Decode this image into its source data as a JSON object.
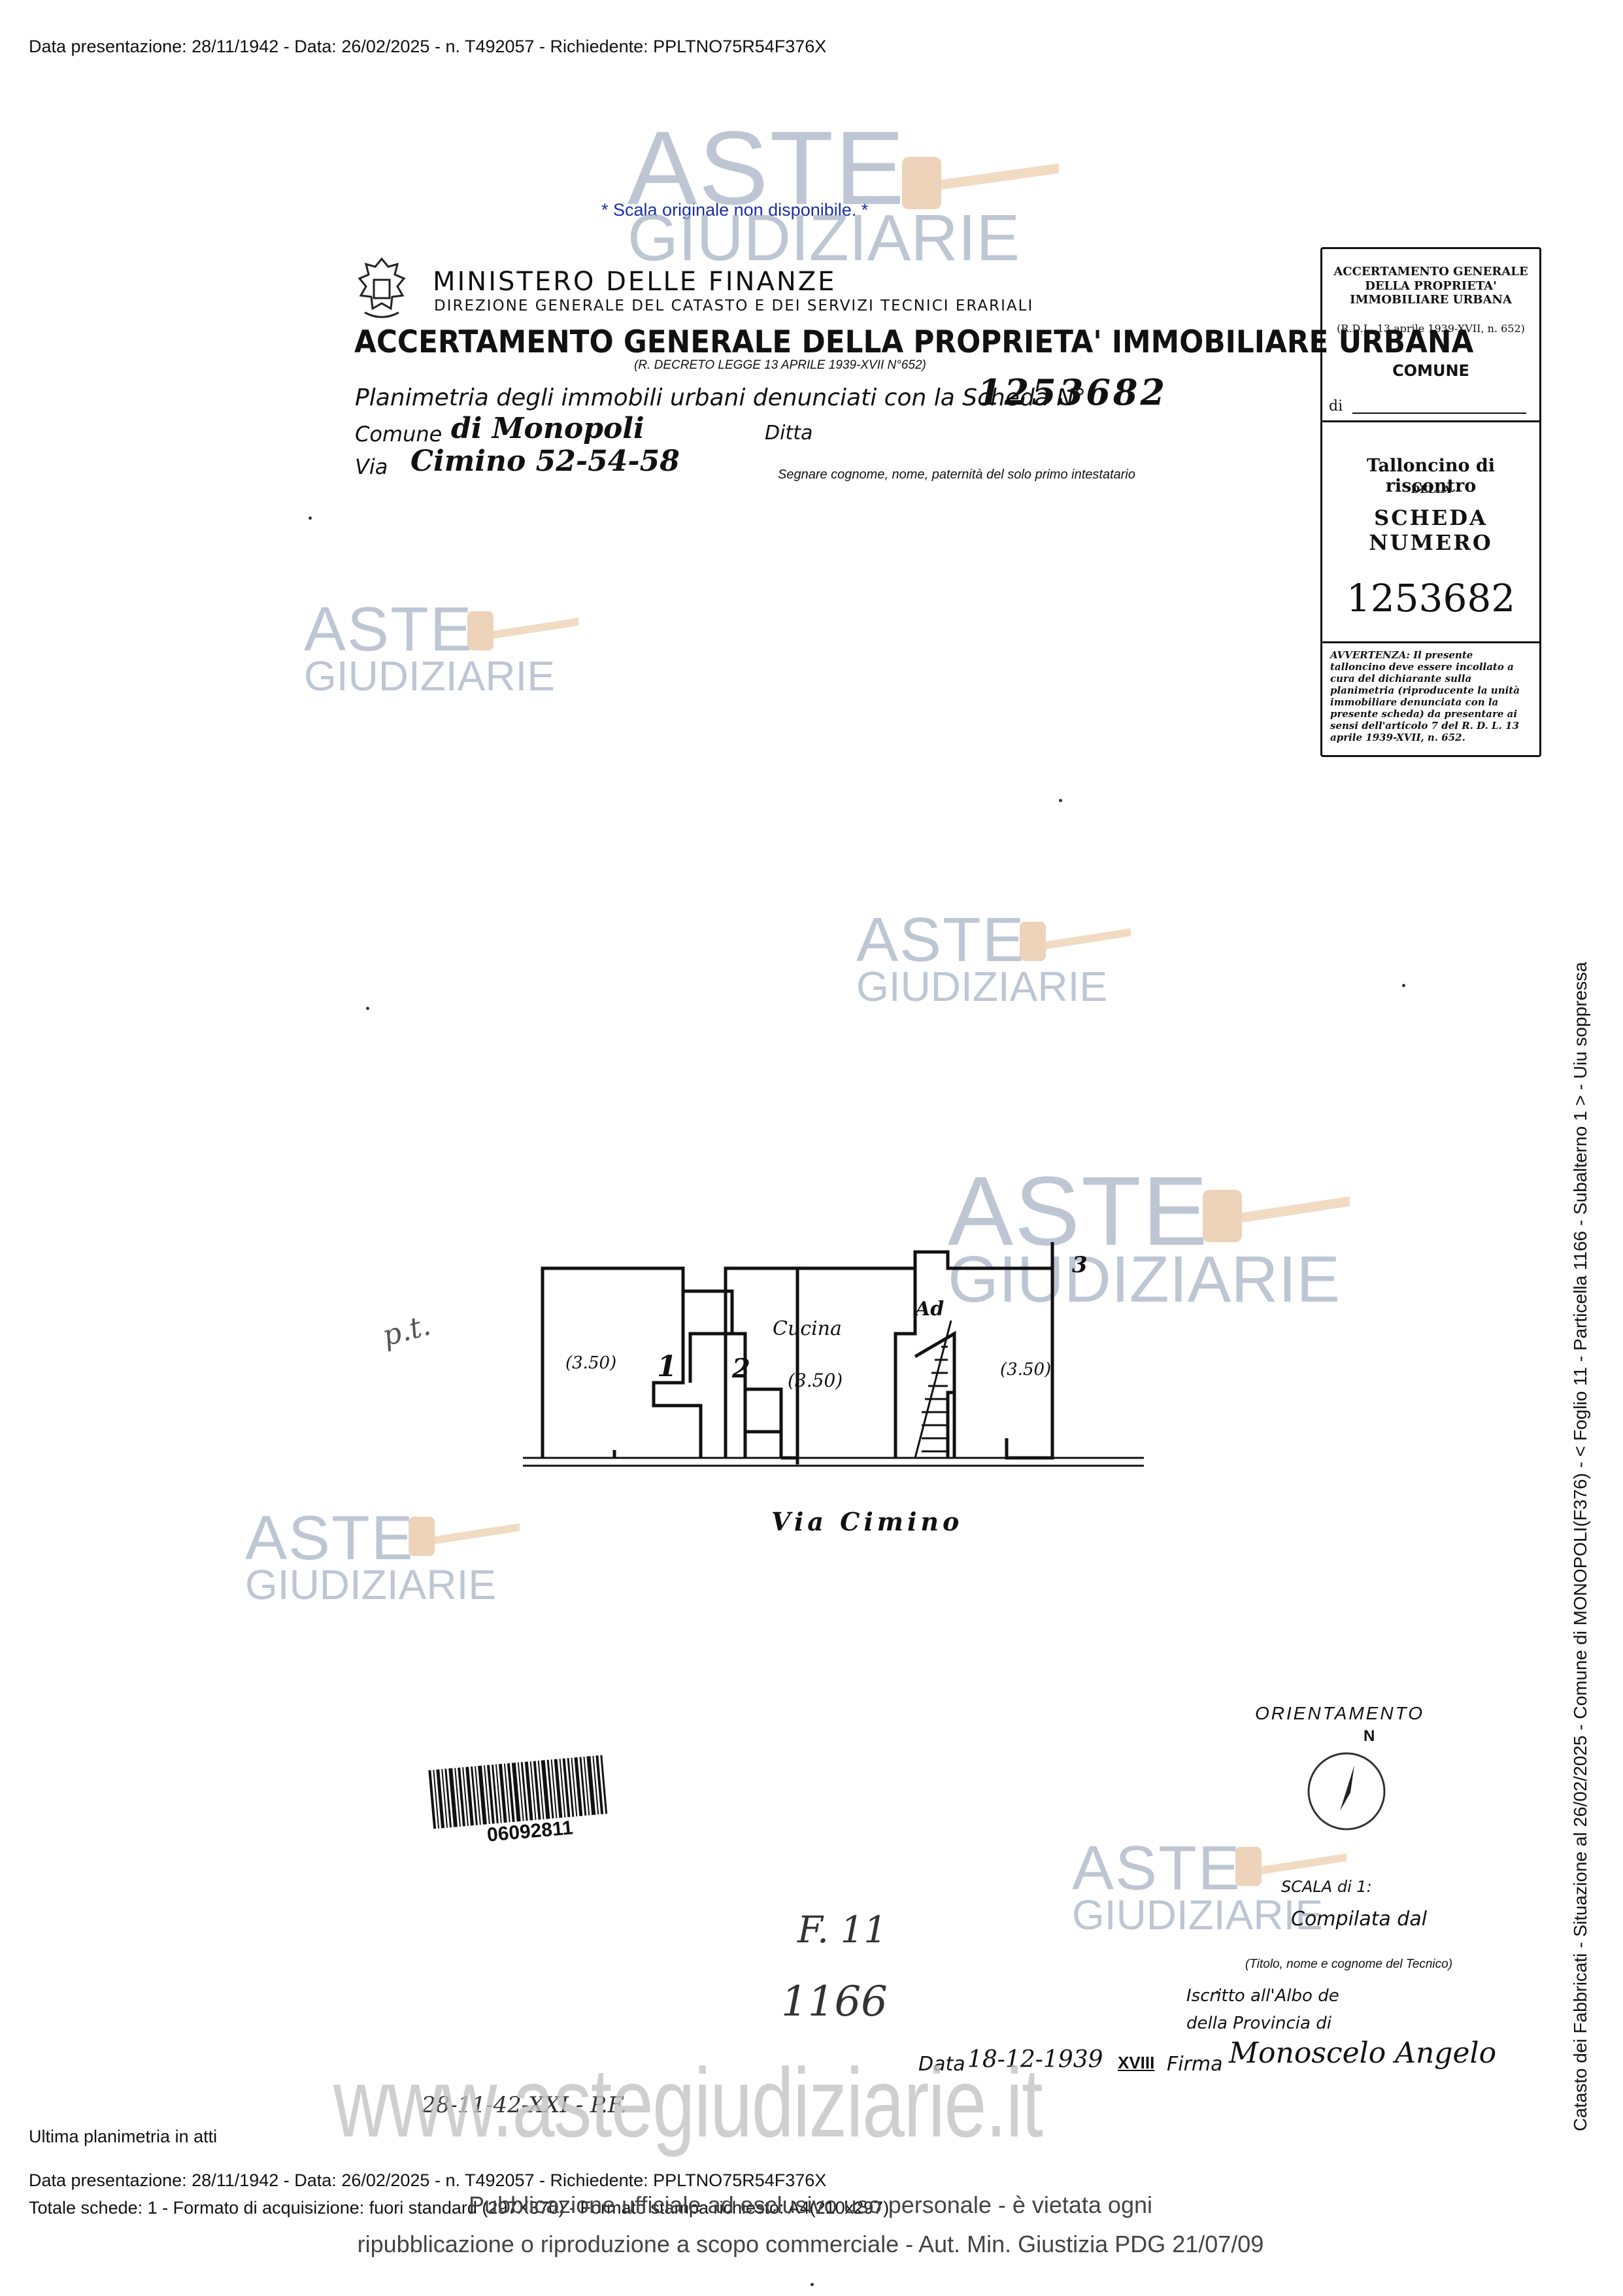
{
  "header": {
    "line": "Data presentazione: 28/11/1942 - Data: 26/02/2025 - n. T492057 - Richiedente: PPLTNO75R54F376X"
  },
  "scale_note": "* Scala originale non disponibile. *",
  "ministry": {
    "title": "MINISTERO DELLE FINANZE",
    "subtitle": "DIREZIONE GENERALE DEL CATASTO E DEI SERVIZI TECNICI ERARIALI",
    "main_title": "ACCERTAMENTO GENERALE DELLA PROPRIETA' IMMOBILIARE URBANA",
    "decree": "(R. DECRETO LEGGE 13 APRILE 1939-XVII N°652)"
  },
  "form": {
    "planimetria_label": "Planimetria degli immobili urbani denunciati con la Scheda N°",
    "scheda_number": "1253682",
    "comune_label": "Comune",
    "comune_value": "di Monopoli",
    "ditta_label": "Ditta",
    "via_label": "Via",
    "via_value": "Cimino 52-54-58",
    "note": "Segnare cognome, nome, paternità del solo primo intestatario"
  },
  "talloncino": {
    "header": "ACCERTAMENTO GENERALE DELLA PROPRIETA' IMMOBILIARE URBANA",
    "rdl": "(R.D.L. 13 aprile 1939-XVII, n. 652)",
    "comune": "COMUNE",
    "di": "di",
    "title": "Talloncino di riscontro",
    "della": "DELLA",
    "scheda_numero": "SCHEDA NUMERO",
    "number": "1253682",
    "avvertenza": "AVVERTENZA: Il presente talloncino deve essere incollato a cura del dichiarante sulla planimetria (riproducente la unità immobiliare denunciata con la presente scheda) da presentare ai sensi dell'articolo 7 del R. D. L. 13 aprile 1939-XVII, n. 652."
  },
  "plan": {
    "rooms": [
      {
        "label": "(3.50)",
        "num": "1"
      },
      {
        "label": "(3.50)",
        "num": "2",
        "name": "Cucina"
      },
      {
        "label": "Ad"
      },
      {
        "label": "(3.50)",
        "num": "3"
      }
    ],
    "street": "Via Cimino",
    "pt": "p.t."
  },
  "orientation": {
    "label": "ORIENTAMENTO",
    "north": "N"
  },
  "barcode_number": "06092811",
  "signature_block": {
    "scala": "SCALA di 1:",
    "compilata": "Compilata dal",
    "tecnico": "(Titolo, nome e cognome del Tecnico)",
    "iscritto": "Iscritto all'Albo de",
    "provincia": "della Provincia di",
    "data_label": "Data",
    "data_value": "18-12-1939",
    "era": "XVIII",
    "firma_label": "Firma",
    "firma_value": "Monoscelo Angelo",
    "annotation": "F. 11",
    "annotation2": "1166",
    "stamp_date": "28-11-42-XXI - P.F."
  },
  "side_text": "Catasto dei Fabbricati - Situazione al 26/02/2025 - Comune di MONOPOLI(F376) - < Foglio 11 - Particella 1166 - Subalterno 1 > - Uiu soppressa",
  "watermarks": {
    "aste": "ASTE",
    "giudiziarie": "GIUDIZIARIE",
    "url": "www.astegiudiziarie.it"
  },
  "footer": {
    "ultima": "Ultima planimetria in atti",
    "line1": "Data presentazione: 28/11/1942 - Data: 26/02/2025 - n. T492057 - Richiedente: PPLTNO75R54F376X",
    "line2": "Totale schede: 1 - Formato di acquisizione: fuori standard (297X370) - Formato stampa richiesto: A4(210x297)",
    "pub1": "Pubblicazione ufficiale ad esclusivo uso personale - è vietata ogni",
    "pub2": "ripubblicazione o riproduzione a scopo commerciale - Aut. Min. Giustizia PDG 21/07/09"
  }
}
